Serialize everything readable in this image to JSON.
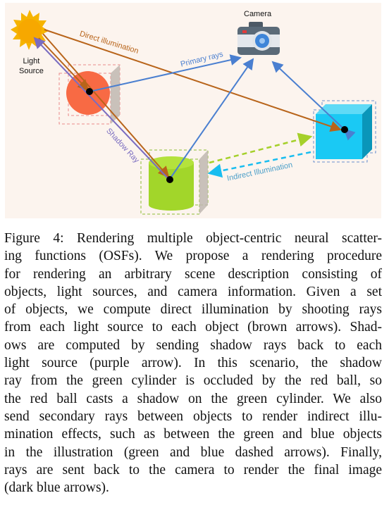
{
  "figure": {
    "labels": {
      "light_source": "Light\nSource",
      "camera": "Camera",
      "direct_illumination": "Direct illumination",
      "primary_rays": "Primary rays",
      "shadow_ray": "Shadow Ray",
      "indirect_illumination": "Indirect Illumination"
    },
    "colors": {
      "direct": "#b8641a",
      "primary": "#4a7fd0",
      "shadow": "#7a6cc0",
      "indirect_green": "#a5d02a",
      "indirect_blue": "#18bdf0",
      "background": "#fcf4ee"
    },
    "icons": [
      "sun-icon",
      "camera-icon",
      "red-sphere",
      "green-cylinder",
      "blue-cube"
    ]
  },
  "caption": {
    "lines": [
      "Figure 4: Rendering multiple object-centric neural scatter-",
      "ing functions (OSFs). We propose a rendering procedure",
      "for rendering an arbitrary scene description consisting of",
      "objects, light sources, and camera information. Given a set",
      "of objects, we compute direct illumination by shooting rays",
      "from each light source to each object (brown arrows). Shad-",
      "ows are computed by sending shadow rays back to each",
      "light source (purple arrow). In this scenario, the shadow",
      "ray from the green cylinder is occluded by the red ball, so",
      "the red ball casts a shadow on the green cylinder. We also",
      "send secondary rays between objects to render indirect illu-",
      "mination effects, such as between the green and blue objects",
      "in the illustration (green and blue dashed arrows). Finally,",
      "rays are sent back to the camera to render the final image",
      "(dark blue arrows)."
    ]
  }
}
